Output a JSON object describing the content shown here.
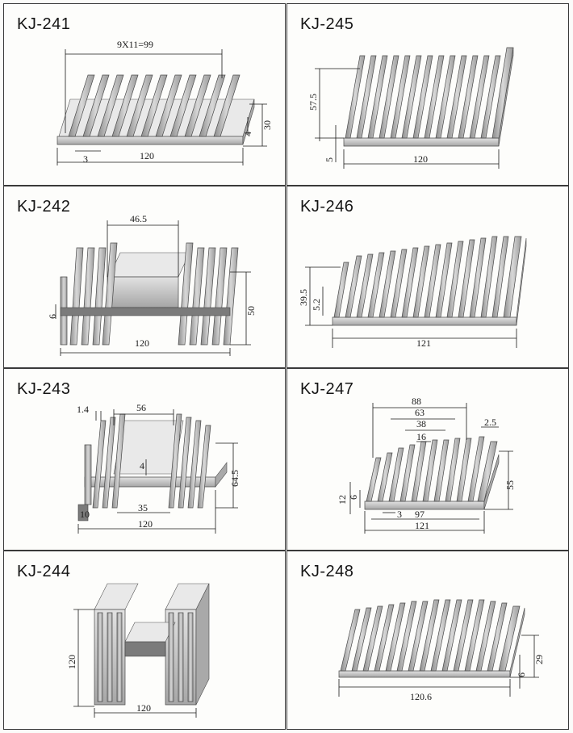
{
  "panels": [
    {
      "id": "kj241",
      "title": "KJ-241",
      "dims": {
        "pitch": "9X11=99",
        "height": "30",
        "base": "4",
        "fin": "3",
        "width": "120"
      }
    },
    {
      "id": "kj245",
      "title": "KJ-245",
      "dims": {
        "height": "57.5",
        "base": "5",
        "width": "120"
      }
    },
    {
      "id": "kj242",
      "title": "KJ-242",
      "dims": {
        "gap": "46.5",
        "height": "50",
        "base": "6",
        "width": "120"
      }
    },
    {
      "id": "kj246",
      "title": "KJ-246",
      "dims": {
        "height": "39.5",
        "base": "5.2",
        "width": "121"
      }
    },
    {
      "id": "kj243",
      "title": "KJ-243",
      "dims": {
        "fin": "1.4",
        "gap": "56",
        "base": "4",
        "height": "64.5",
        "foot": "10",
        "inner": "35",
        "width": "120"
      }
    },
    {
      "id": "kj247",
      "title": "KJ-247",
      "dims": {
        "w88": "88",
        "w63": "63",
        "w38": "38",
        "w16": "16",
        "fin": "2.5",
        "h12": "12",
        "h6": "6",
        "height": "55",
        "gap": "3",
        "w97": "97",
        "width": "121"
      }
    },
    {
      "id": "kj244",
      "title": "KJ-244",
      "dims": {
        "height": "120",
        "width": "120"
      }
    },
    {
      "id": "kj248",
      "title": "KJ-248",
      "dims": {
        "height": "29",
        "base": "6",
        "width": "120.6"
      }
    }
  ]
}
